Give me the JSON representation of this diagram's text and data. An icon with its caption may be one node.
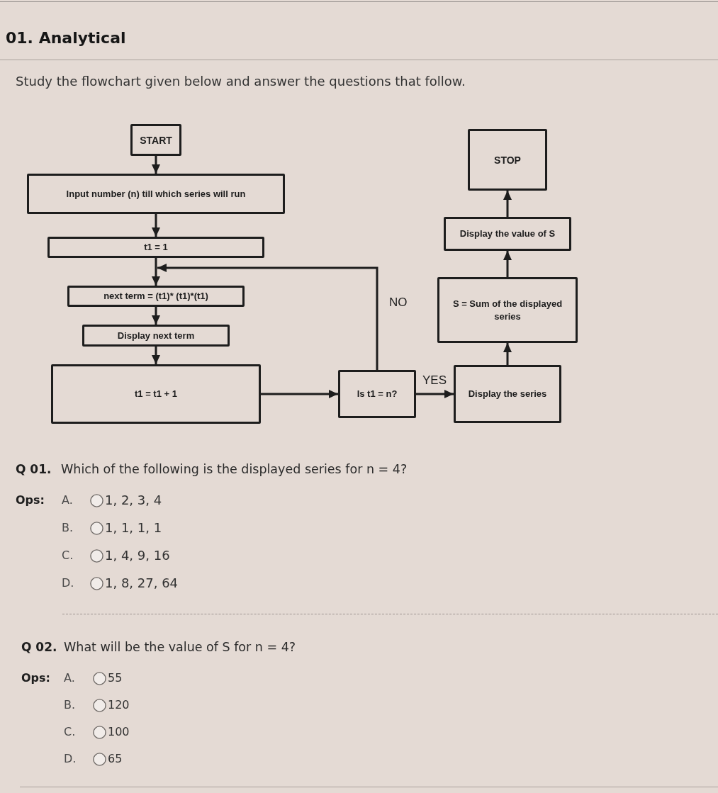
{
  "diagram": {
    "title": "01. Analytical",
    "nodes": [
      {
        "text": [
          "START"
        ]
      },
      {
        "text": [
          "Input number (n) till which series will run"
        ]
      },
      {
        "text": [
          "t1 = 1"
        ]
      },
      {
        "text": [
          "next term = (t1)* (t1)*(t1)"
        ]
      },
      {
        "text": [
          "Display next term"
        ]
      },
      {
        "text": [
          "t1 = t1 + 1"
        ]
      },
      {
        "text": [
          "Is t1 = n?"
        ]
      },
      {
        "text": [
          "Display the series"
        ]
      },
      {
        "text": [
          "S = Sum of the displayed series"
        ]
      },
      {
        "text": [
          "Display the value of S"
        ]
      },
      {
        "text": [
          "STOP"
        ]
      }
    ],
    "edges": [
      {
        "from": 0,
        "to": 1,
        "arrow": "to"
      },
      {
        "from": 1,
        "to": 2,
        "arrow": "to"
      },
      {
        "from": 2,
        "to": 3,
        "arrow": "to"
      },
      {
        "from": 3,
        "to": 4,
        "arrow": "to"
      },
      {
        "from": 4,
        "to": 5,
        "arrow": "to"
      },
      {
        "from": 5,
        "to": 6,
        "arrow": "to"
      },
      {
        "from": 6,
        "to": 3,
        "arrow": "to",
        "label": "NO"
      },
      {
        "from": 6,
        "to": 7,
        "arrow": "to",
        "label": "YES"
      },
      {
        "from": 7,
        "to": 8,
        "arrow": "to"
      },
      {
        "from": 8,
        "to": 9,
        "arrow": "to"
      },
      {
        "from": 9,
        "to": 10,
        "arrow": "to"
      }
    ],
    "labels": [
      "Study the flowchart given below and answer the questions that follow.",
      "Q 01.",
      "Which of the following is the displayed series for n = 4?",
      "Ops:",
      "A.",
      "1, 2, 3, 4",
      "B.",
      "1, 1, 1, 1",
      "C.",
      "1, 4, 9, 16",
      "D.",
      "1, 8, 27, 64",
      "Q 02.",
      "What will be the value of S for n = 4?",
      "Ops:",
      "A.",
      "55",
      "B.",
      "120",
      "C.",
      "100",
      "D.",
      "65"
    ]
  }
}
